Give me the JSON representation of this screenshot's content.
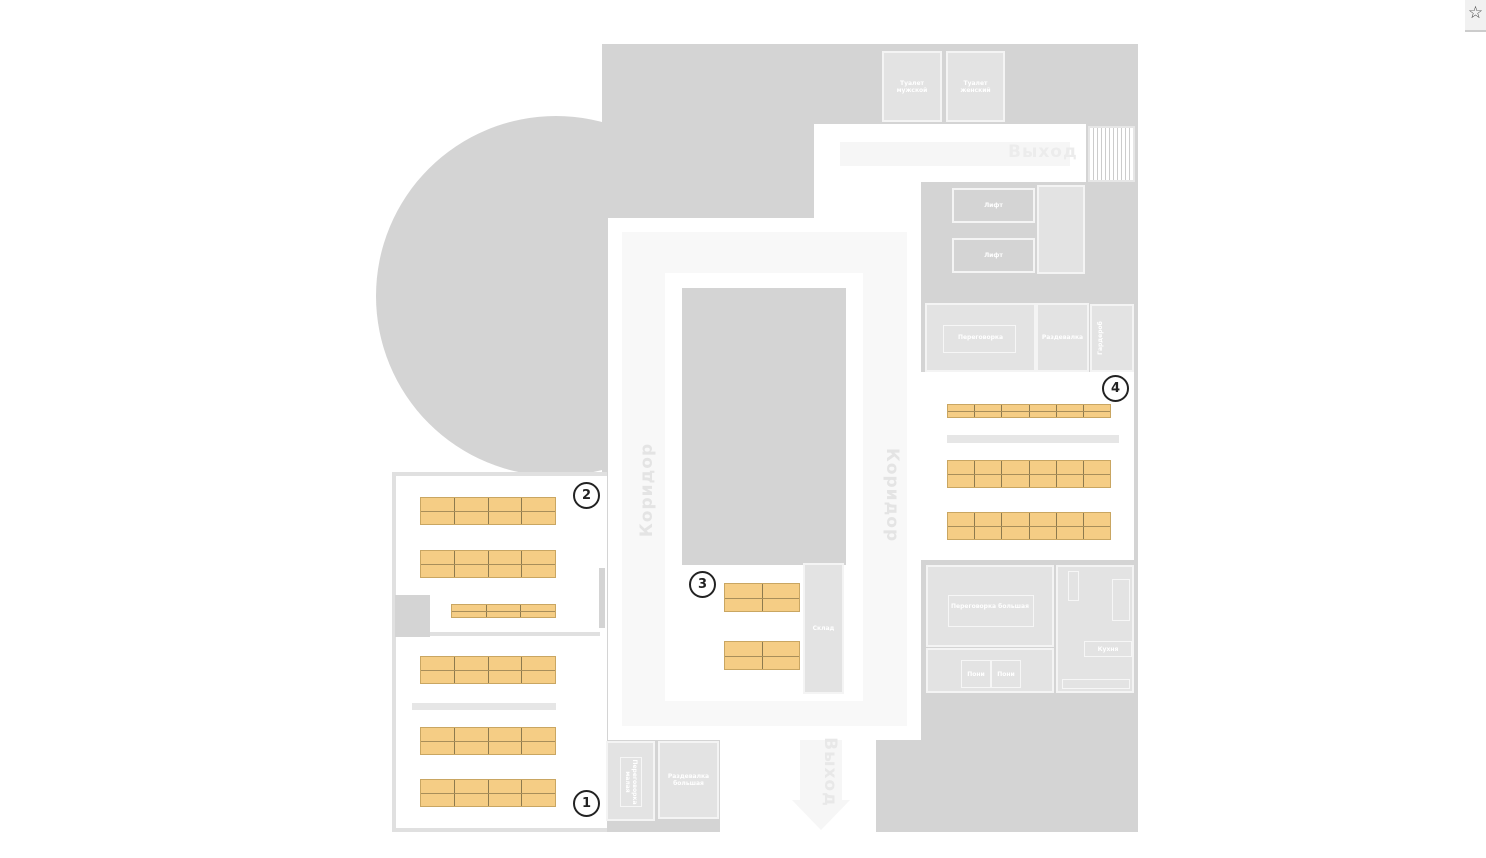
{
  "rooms": {
    "toilet_m": "Туалет мужской",
    "toilet_f": "Туалет женский",
    "lift1": "Лифт",
    "lift2": "Лифт",
    "meeting": "Переговорка",
    "locker": "Раздевалка",
    "small_vertical": "Гардероб",
    "meeting_big": "Переговорка большая",
    "booth1": "Пони",
    "booth2": "Пони",
    "kitchen": "Кухня",
    "storage": "Склад",
    "meeting_small": "Переговорка малая",
    "locker_big": "Раздевалка большая"
  },
  "corridors": {
    "left": "Коридор",
    "right": "Коридор",
    "exit_top": "Выход",
    "exit_bottom": "Выход"
  },
  "zones": [
    "1",
    "2",
    "3",
    "4"
  ],
  "colors": {
    "desk": "#f5cd85",
    "wall": "#d4d4d4"
  },
  "toolbar": {
    "bookmark_icon": "star-icon"
  }
}
